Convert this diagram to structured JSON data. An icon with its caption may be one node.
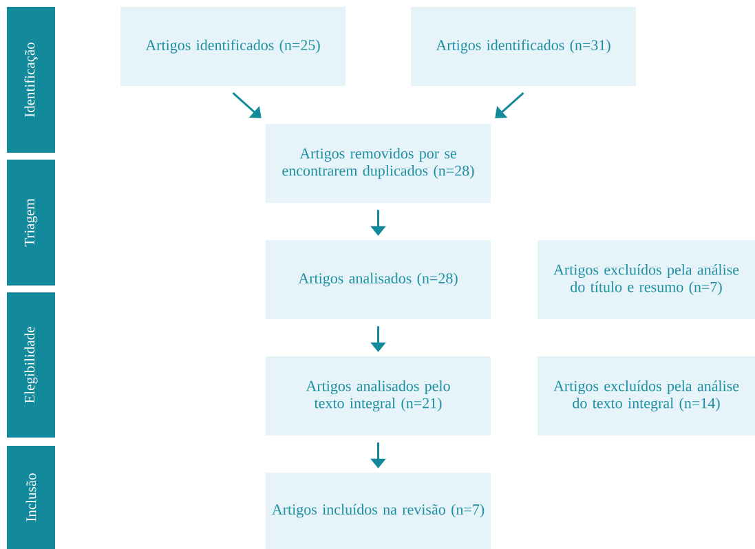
{
  "diagram": {
    "nodes": [
      {
        "text": [
          "Identificação"
        ]
      },
      {
        "text": [
          "Triagem"
        ]
      },
      {
        "text": [
          "Elegibilidade"
        ]
      },
      {
        "text": [
          "Inclusão"
        ]
      },
      {
        "text": [
          "Artigos identificados (n=25)"
        ]
      },
      {
        "text": [
          "Artigos identificados (n=31)"
        ]
      },
      {
        "text": [
          "Artigos removidos por se encontrarem duplicados (n=28)"
        ]
      },
      {
        "text": [
          "Artigos analisados (n=28)"
        ]
      },
      {
        "text": [
          "Artigos excluídos pela análise do título e resumo (n=7)"
        ]
      },
      {
        "text": [
          "Artigos analisados pelo texto integral (n=21)"
        ]
      },
      {
        "text": [
          "Artigos excluídos pela análise do texto integral (n=14)"
        ]
      },
      {
        "text": [
          "Artigos incluídos na revisão (n=7)"
        ]
      }
    ],
    "edges": [
      {
        "from": 4,
        "to": 6,
        "arrow": "to"
      },
      {
        "from": 5,
        "to": 6,
        "arrow": "to"
      },
      {
        "from": 6,
        "to": 7,
        "arrow": "to"
      },
      {
        "from": 7,
        "to": 9,
        "arrow": "to"
      },
      {
        "from": 9,
        "to": 11,
        "arrow": "to"
      }
    ]
  }
}
